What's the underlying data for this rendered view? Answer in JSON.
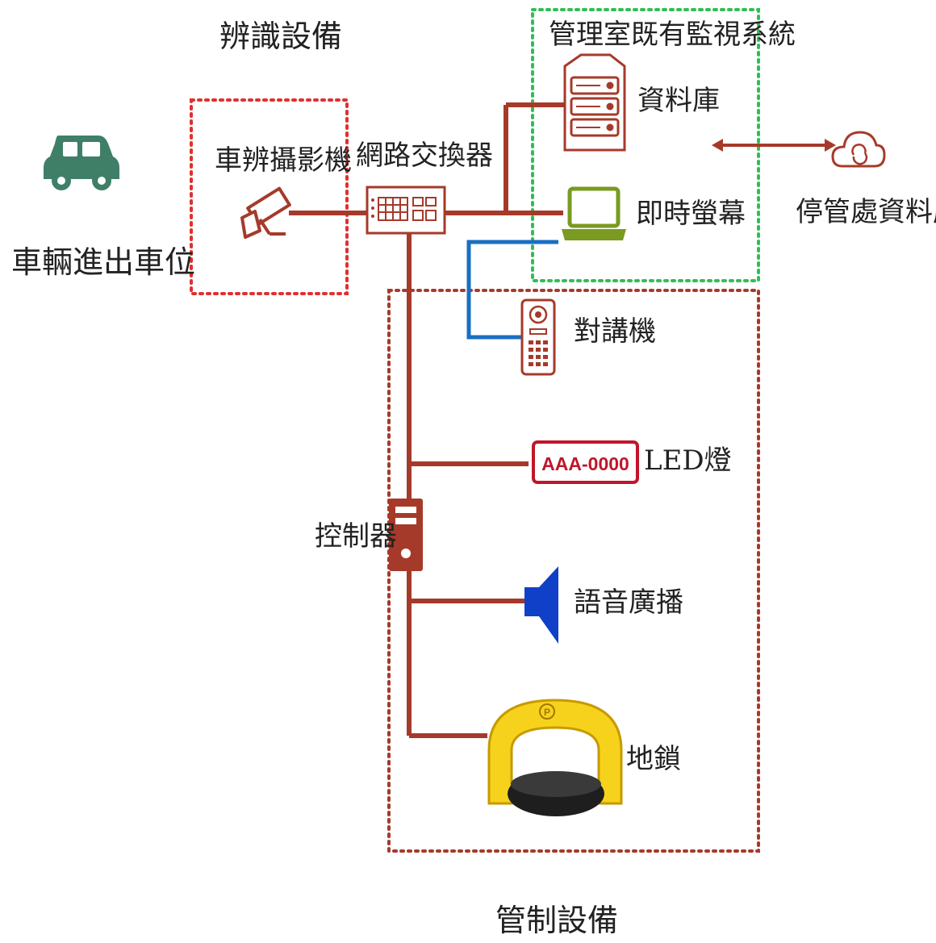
{
  "labels": {
    "recognition_group": "辨識設備",
    "vehicle": "車輛進出車位",
    "camera": "車辨攝影機",
    "switch": "網路交換器",
    "mgmt_group": "管理室既有監視系統",
    "database": "資料庫",
    "monitor": "即時螢幕",
    "cloud_db": "停管處資料庫",
    "intercom": "對講機",
    "led": "LED燈",
    "led_display": "AAA-0000",
    "controller": "控制器",
    "speaker": "語音廣播",
    "lock": "地鎖",
    "control_group": "管制設備"
  },
  "colors": {
    "wire": "#a63a2a",
    "intercom_wire": "#1a6fc2",
    "car": "#3f7f68",
    "recognition_border": "#e03030",
    "mgmt_border": "#2fbf55",
    "control_border": "#a63a2a",
    "speaker": "#1040c8",
    "lock_yellow": "#f6d21c"
  }
}
